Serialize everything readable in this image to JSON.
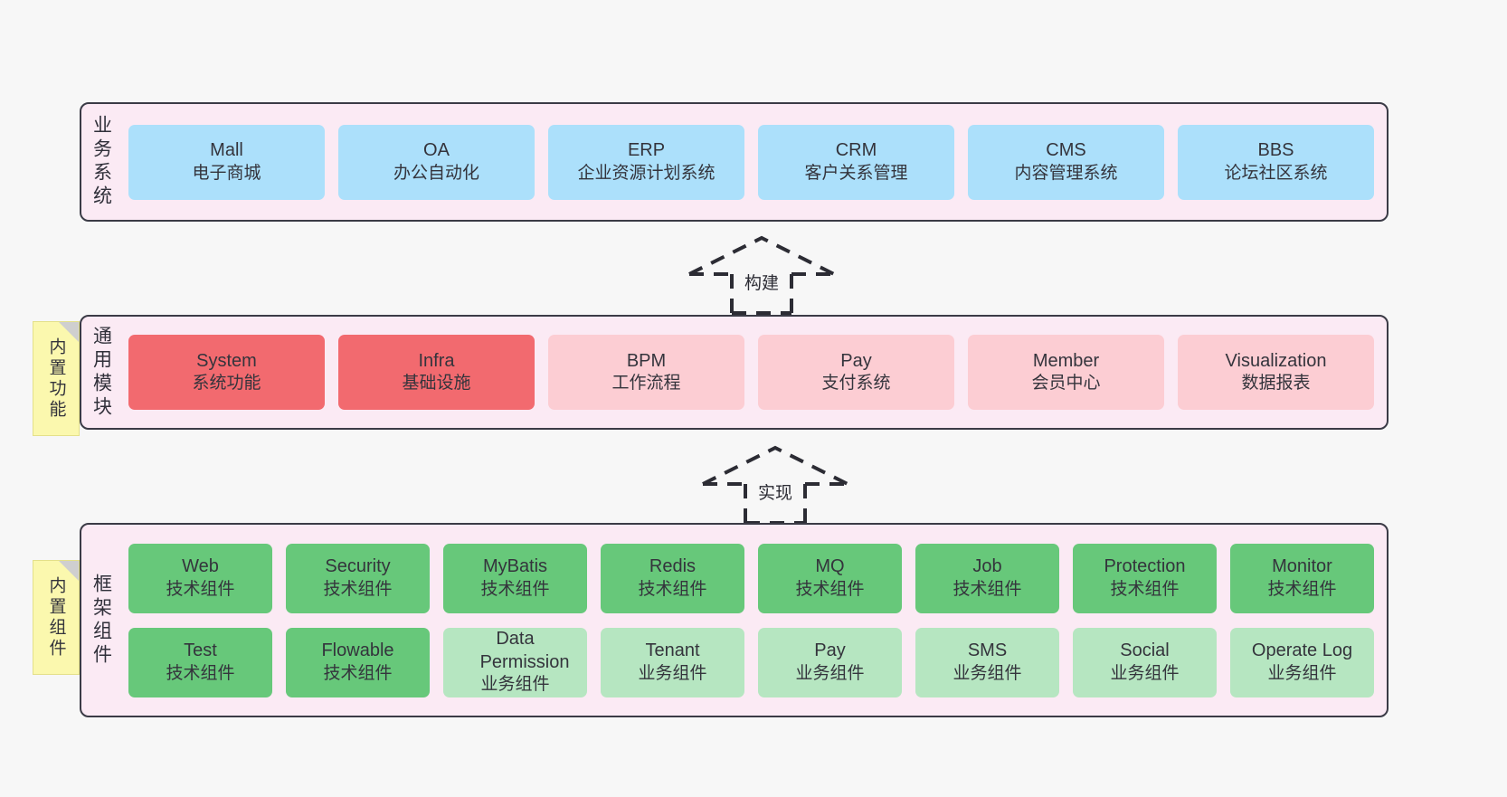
{
  "diagram": {
    "background_color": "#f7f7f7",
    "band_color": "#fbeaf4",
    "band_border_color": "#3b3b46",
    "note_color": "#fbf8ae",
    "colors": {
      "business": "#ace0fb",
      "module_core": "#f26a6f",
      "module_optional": "#fccdd3",
      "component_tech": "#67c87a",
      "component_biz": "#b6e6c1"
    }
  },
  "layers": [
    {
      "id": "business",
      "title": "业务系统",
      "note": null,
      "rows": [
        [
          {
            "name": "Mall",
            "sub": "电子商城",
            "color": "c-blue"
          },
          {
            "name": "OA",
            "sub": "办公自动化",
            "color": "c-blue"
          },
          {
            "name": "ERP",
            "sub": "企业资源计划系统",
            "color": "c-blue"
          },
          {
            "name": "CRM",
            "sub": "客户关系管理",
            "color": "c-blue"
          },
          {
            "name": "CMS",
            "sub": "内容管理系统",
            "color": "c-blue"
          },
          {
            "name": "BBS",
            "sub": "论坛社区系统",
            "color": "c-blue"
          }
        ]
      ]
    },
    {
      "id": "module",
      "title": "通用模块",
      "note": "内置功能",
      "rows": [
        [
          {
            "name": "System",
            "sub": "系统功能",
            "color": "c-red"
          },
          {
            "name": "Infra",
            "sub": "基础设施",
            "color": "c-red"
          },
          {
            "name": "BPM",
            "sub": "工作流程",
            "color": "c-pink"
          },
          {
            "name": "Pay",
            "sub": "支付系统",
            "color": "c-pink"
          },
          {
            "name": "Member",
            "sub": "会员中心",
            "color": "c-pink"
          },
          {
            "name": "Visualization",
            "sub": "数据报表",
            "color": "c-pink"
          }
        ]
      ]
    },
    {
      "id": "framework",
      "title": "框架组件",
      "note": "内置组件",
      "rows": [
        [
          {
            "name": "Web",
            "sub": "技术组件",
            "color": "c-green"
          },
          {
            "name": "Security",
            "sub": "技术组件",
            "color": "c-green"
          },
          {
            "name": "MyBatis",
            "sub": "技术组件",
            "color": "c-green"
          },
          {
            "name": "Redis",
            "sub": "技术组件",
            "color": "c-green"
          },
          {
            "name": "MQ",
            "sub": "技术组件",
            "color": "c-green"
          },
          {
            "name": "Job",
            "sub": "技术组件",
            "color": "c-green"
          },
          {
            "name": "Protection",
            "sub": "技术组件",
            "color": "c-green"
          },
          {
            "name": "Monitor",
            "sub": "技术组件",
            "color": "c-green"
          }
        ],
        [
          {
            "name": "Test",
            "sub": "技术组件",
            "color": "c-green"
          },
          {
            "name": "Flowable",
            "sub": "技术组件",
            "color": "c-green"
          },
          {
            "name": "Data Permission",
            "sub": "业务组件",
            "color": "c-green-light"
          },
          {
            "name": "Tenant",
            "sub": "业务组件",
            "color": "c-green-light"
          },
          {
            "name": "Pay",
            "sub": "业务组件",
            "color": "c-green-light"
          },
          {
            "name": "SMS",
            "sub": "业务组件",
            "color": "c-green-light"
          },
          {
            "name": "Social",
            "sub": "业务组件",
            "color": "c-green-light"
          },
          {
            "name": "Operate Log",
            "sub": "业务组件",
            "color": "c-green-light"
          }
        ]
      ]
    }
  ],
  "connectors": [
    {
      "id": "build",
      "label": "构建"
    },
    {
      "id": "implement",
      "label": "实现"
    }
  ]
}
